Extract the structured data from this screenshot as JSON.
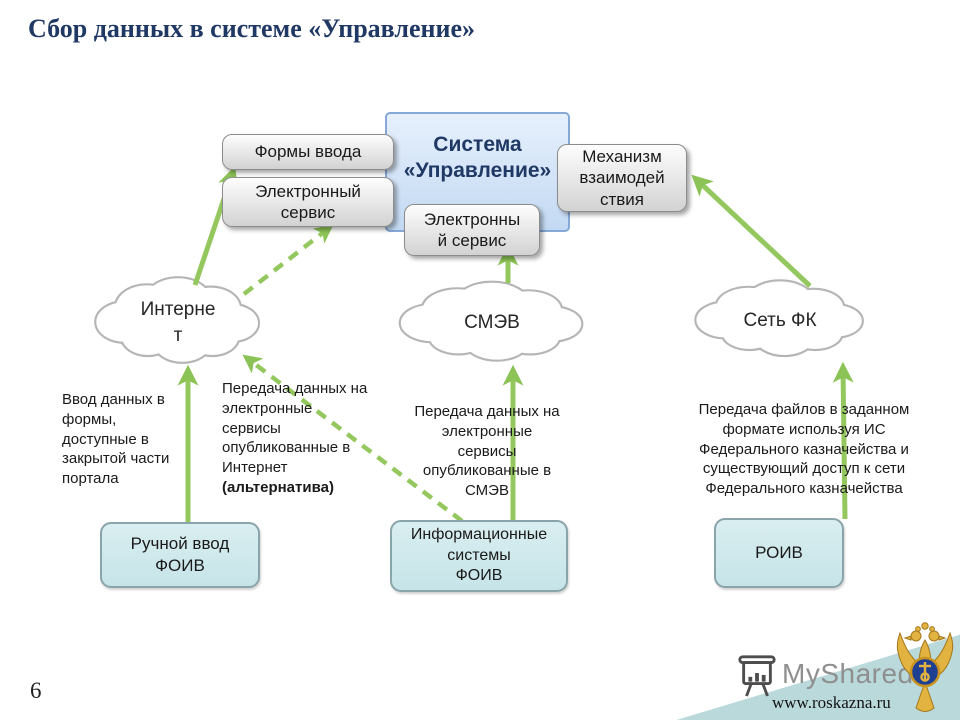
{
  "slide": {
    "title": "Сбор данных в системе «Управление»",
    "page_number": "6"
  },
  "system": {
    "label": "Система\n«Управление»"
  },
  "boxes": {
    "forms": {
      "label": "Формы ввода"
    },
    "eservice_left": {
      "label": "Электронный\nсервис"
    },
    "eservice_bottom": {
      "label": "Электронны\nй сервис"
    },
    "mechanism": {
      "label": "Механизм\nвзаимодей\nствия"
    }
  },
  "clouds": {
    "internet": {
      "label": "Интерне\nт"
    },
    "smev": {
      "label": "СМЭВ"
    },
    "fk": {
      "label": "Сеть ФК"
    }
  },
  "sources": {
    "manual": {
      "label": "Ручной ввод\nФОИВ"
    },
    "is_foiv": {
      "label": "Информационные\nсистемы\nФОИВ"
    },
    "roiv": {
      "label": "РОИВ"
    }
  },
  "notes": {
    "manual_entry": "Ввод данных в\nформы,\nдоступные в\nзакрытой части\nпортала",
    "internet_alt": "Передача данных на\nэлектронные\nсервисы\nопубликованные в\nИнтернет",
    "internet_alt_bold": "(альтернатива)",
    "smev": "Передача данных на\nэлектронные\nсервисы\nопубликованные в\nСМЭВ",
    "fk": "Передача файлов в заданном\nформате используя ИС\nФедерального казначейства и\nсуществующий доступ к сети\nФедерального казначейства"
  },
  "footer": {
    "watermark": "MyShared",
    "url": "www.roskazna.ru"
  },
  "colors": {
    "arrow_green": "#94c85e",
    "arrowhead_green": "#8cc356",
    "title_navy": "#1f3864",
    "system_fill": "#c3d9f3",
    "system_border": "#86a8d6",
    "gray_box_fill": "#e0e0e0",
    "source_fill": "#cde9ec",
    "cloud_outline": "#b5b5b5",
    "wedge_teal": "#bad9db"
  }
}
